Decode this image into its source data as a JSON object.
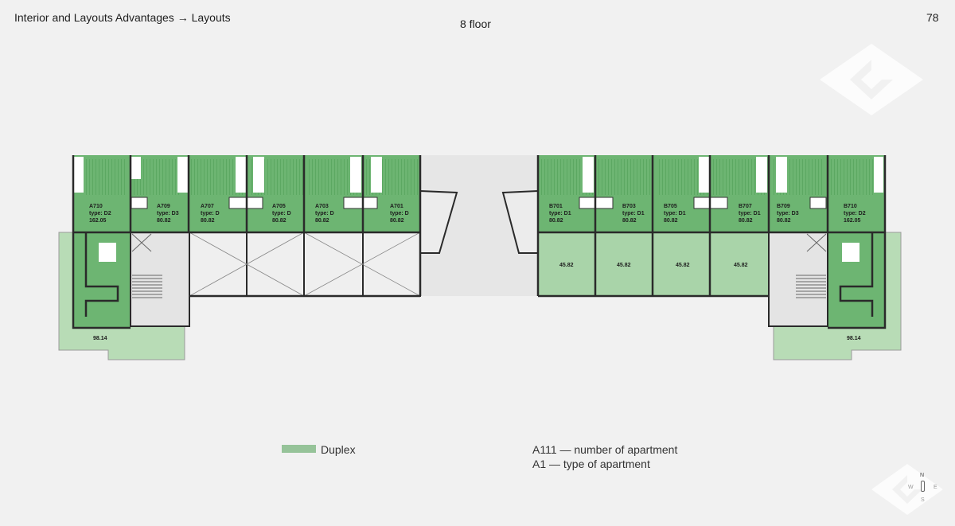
{
  "header": {
    "breadcrumb": "Interior and Layouts Advantages → Layouts",
    "floor_title": "8 floor",
    "page_number": "78"
  },
  "apartments_top": [
    {
      "number": "A710",
      "type": "type: D2",
      "area": "162.05"
    },
    {
      "number": "A709",
      "type": "type: D3",
      "area": "80.82"
    },
    {
      "number": "A707",
      "type": "type: D",
      "area": "80.82"
    },
    {
      "number": "A705",
      "type": "type: D",
      "area": "80.82"
    },
    {
      "number": "A703",
      "type": "type: D",
      "area": "80.82"
    },
    {
      "number": "A701",
      "type": "type: D",
      "area": "80.82"
    },
    {
      "number": "B701",
      "type": "type: D1",
      "area": "80.82"
    },
    {
      "number": "B703",
      "type": "type: D1",
      "area": "80.82"
    },
    {
      "number": "B705",
      "type": "type: D1",
      "area": "80.82"
    },
    {
      "number": "B707",
      "type": "type: D1",
      "area": "80.82"
    },
    {
      "number": "B709",
      "type": "type: D3",
      "area": "80.82"
    },
    {
      "number": "B710",
      "type": "type: D2",
      "area": "162.05"
    }
  ],
  "lower_areas": [
    "45.82",
    "45.82",
    "45.82",
    "45.82"
  ],
  "terrace_areas": [
    "98.14",
    "98.14"
  ],
  "legend": {
    "duplex_label": "Duplex",
    "number_note": "A111 — number of apartment",
    "type_note": "A1 — type of apartment",
    "duplex_color": "#96c399"
  },
  "colors": {
    "apartment_green": "#6db572",
    "lower_green": "#a9d4a9",
    "terrace_green": "#b8dcb6",
    "wall": "#2a2a2a",
    "corridor": "#e6e6e6"
  },
  "compass": {
    "n": "N",
    "w": "W",
    "e": "E",
    "s": "S"
  },
  "icons": [
    "compass-icon",
    "logo-watermark-icon"
  ]
}
